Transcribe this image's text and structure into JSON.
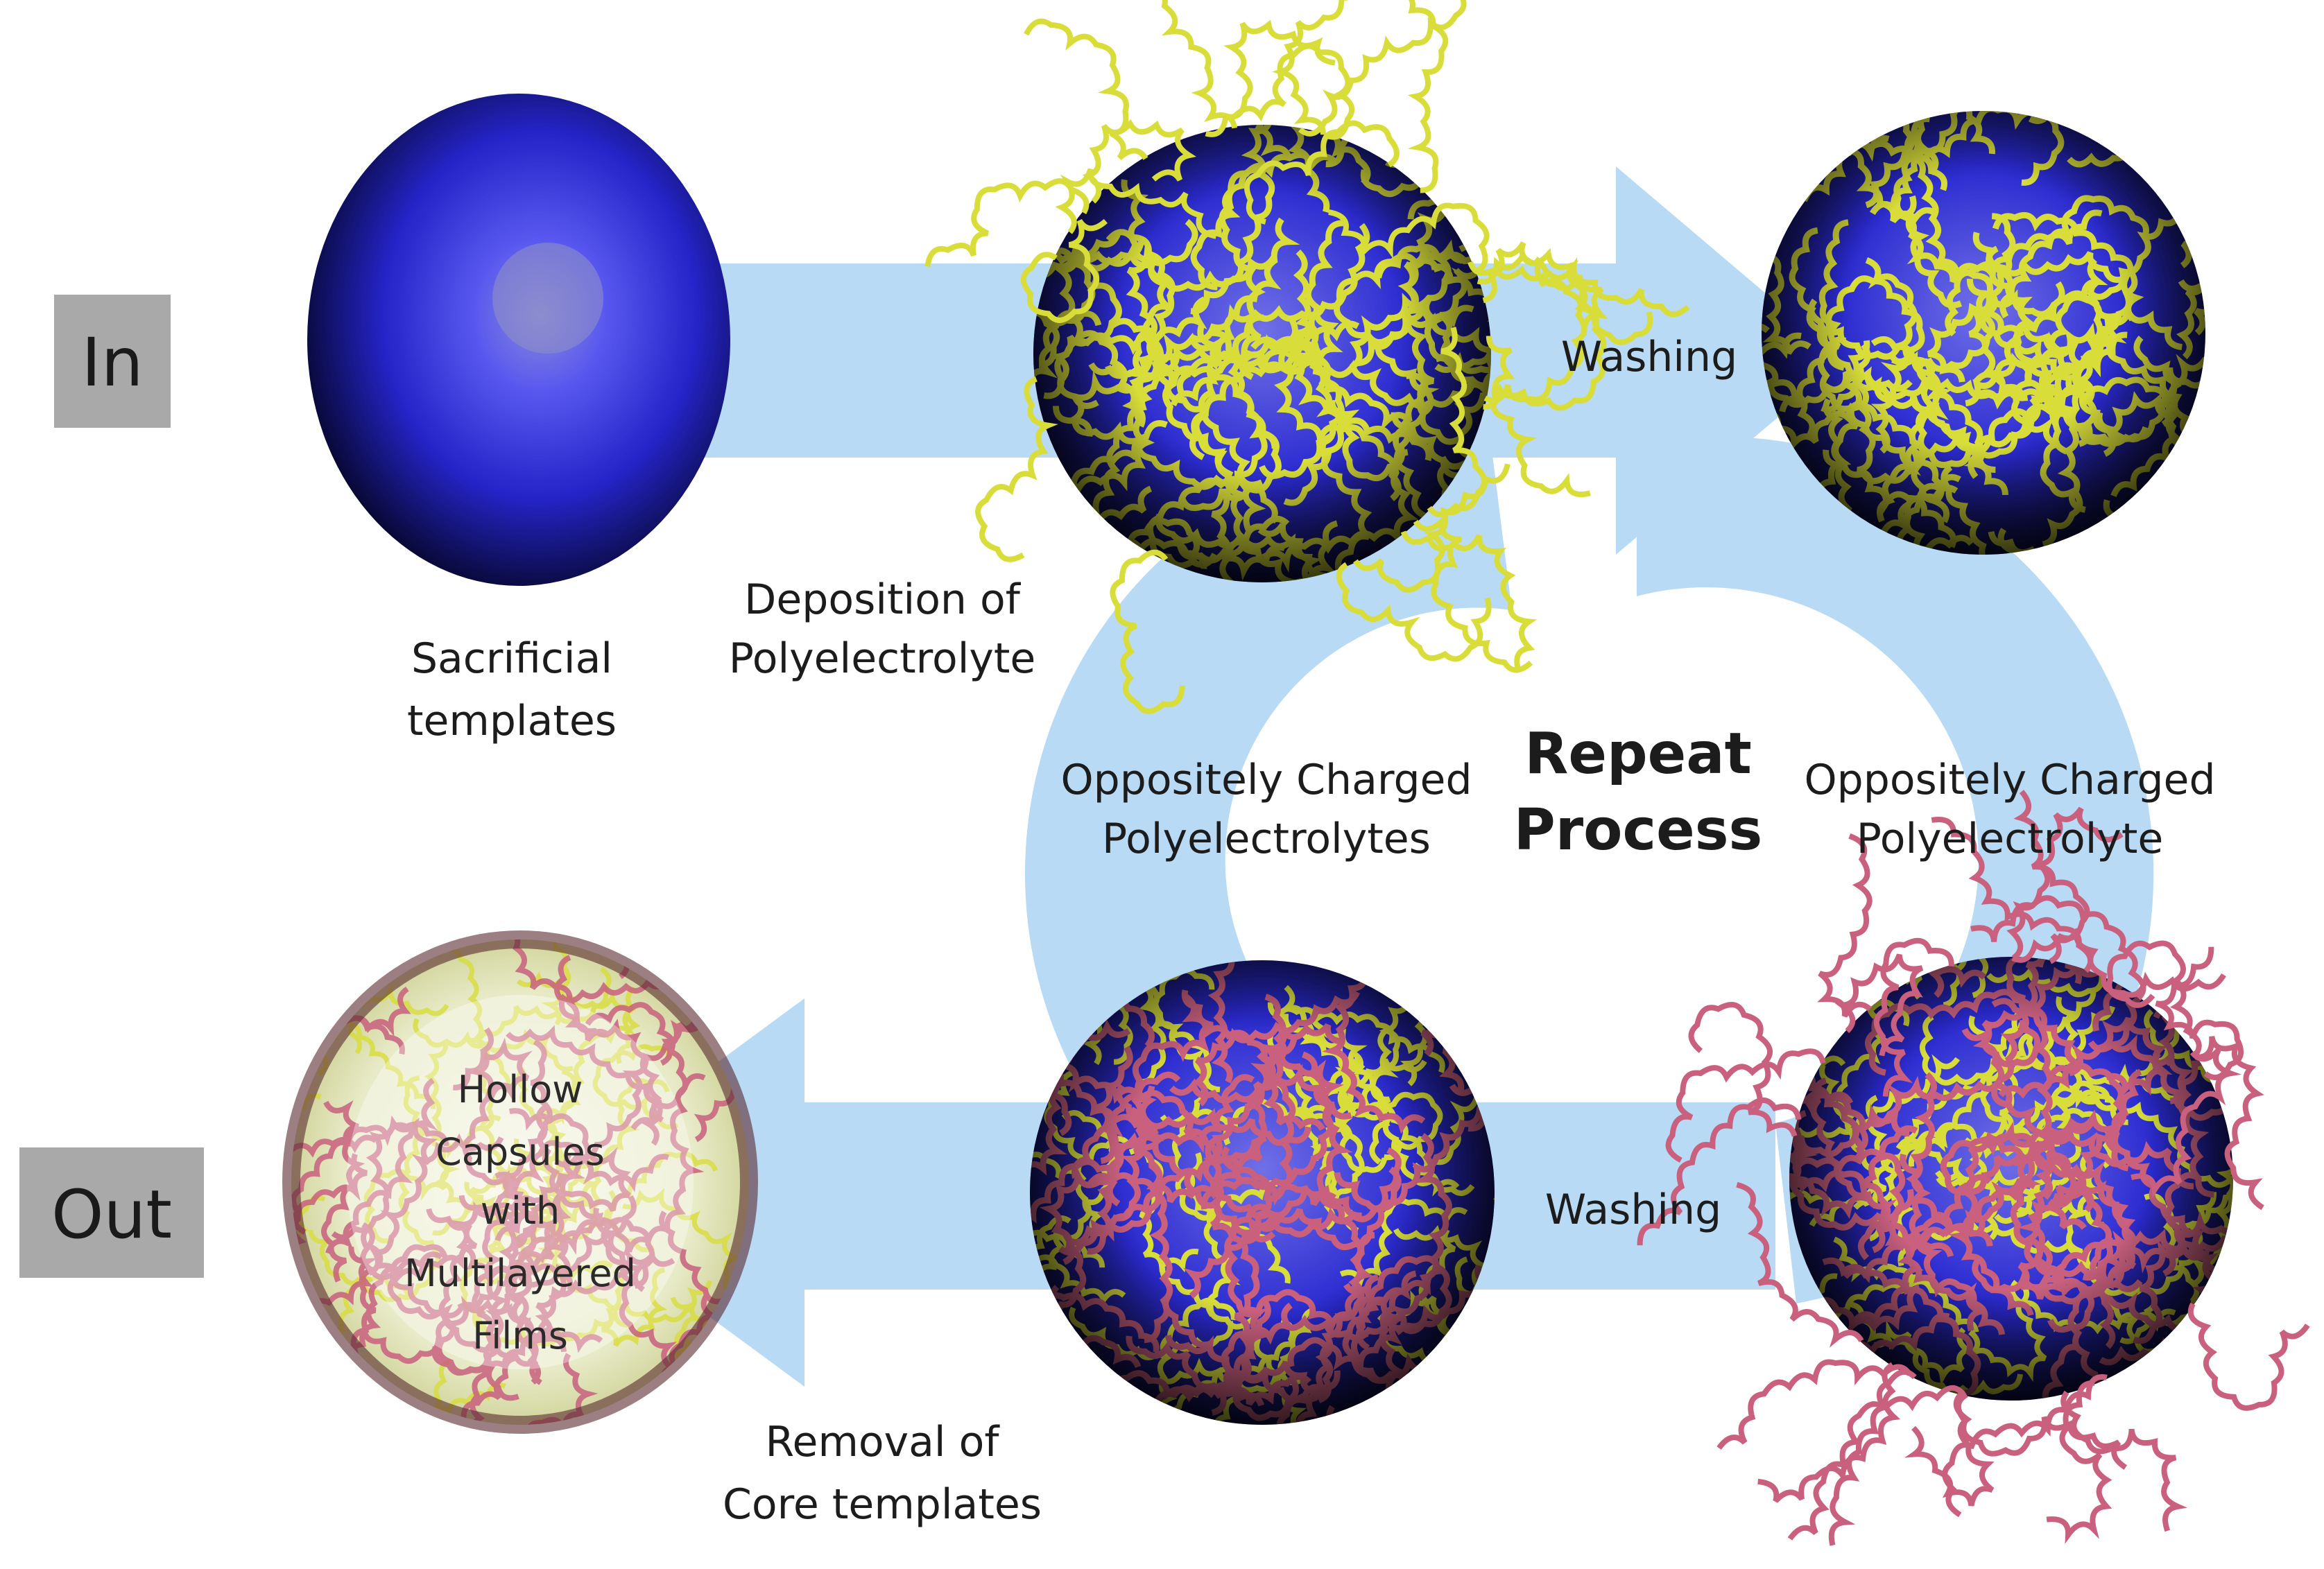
{
  "tags": {
    "in": "In",
    "out": "Out"
  },
  "labels": {
    "sacrificial": [
      "Sacrificial",
      "templates"
    ],
    "deposition": [
      "Deposition of",
      "Polyelectrolyte"
    ],
    "washing_top": "Washing",
    "washing_bottom": "Washing",
    "opp_left": [
      "Oppositely Charged",
      "Polyelectrolytes"
    ],
    "opp_right": [
      "Oppositely Charged",
      "Polyelectrolyte"
    ],
    "repeat": [
      "Repeat",
      "Process"
    ],
    "hollow": [
      "Hollow",
      "Capsules",
      "with",
      "Multilayered",
      "Films"
    ],
    "removal": [
      "Removal of",
      "Core templates"
    ]
  },
  "colors": {
    "arrow": "#b8daf4",
    "tag_bg": "#a9a9a9",
    "core_blue": "#2f2fd8",
    "yellow_strand": "#d8dd3a",
    "pink_strand": "#c8607e",
    "dark_strand": "#2a2a12"
  },
  "icons": {
    "template": "blue-sphere",
    "coated_yellow": "yellow-coated-sphere",
    "coated_pink": "pink-coated-sphere",
    "hollow": "hollow-capsule"
  }
}
